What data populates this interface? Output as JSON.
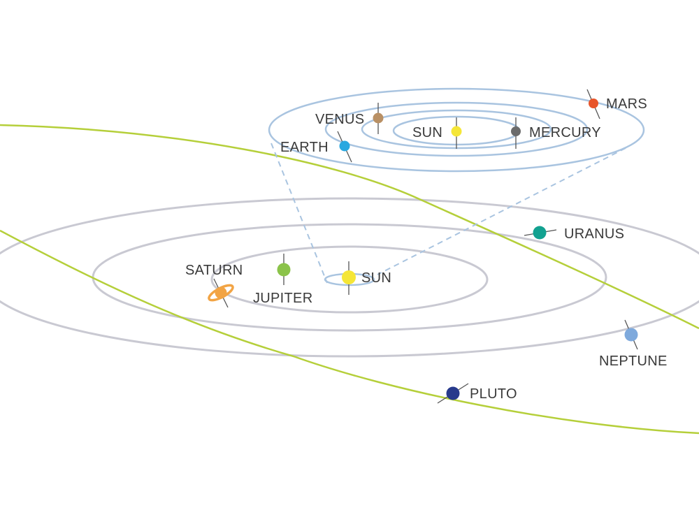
{
  "colors": {
    "outer_orbit": "#c9c9d2",
    "inner_orbit": "#a9c4e0",
    "pluto_orbit": "#b5cf3a",
    "label": "#3a3a3a"
  },
  "outer_system": {
    "sun": {
      "label": "SUN",
      "color": "#f5e637"
    },
    "planets": [
      {
        "name": "jupiter",
        "label": "JUPITER",
        "color": "#8bc34a"
      },
      {
        "name": "saturn",
        "label": "SATURN",
        "color": "#f2a444"
      },
      {
        "name": "uranus",
        "label": "URANUS",
        "color": "#12a190"
      },
      {
        "name": "neptune",
        "label": "NEPTUNE",
        "color": "#7ea9dc"
      },
      {
        "name": "pluto",
        "label": "PLUTO",
        "color": "#273a8c"
      }
    ]
  },
  "inner_system": {
    "sun": {
      "label": "SUN",
      "color": "#f5e637"
    },
    "planets": [
      {
        "name": "mercury",
        "label": "MERCURY",
        "color": "#6b6b6b"
      },
      {
        "name": "venus",
        "label": "VENUS",
        "color": "#b99064"
      },
      {
        "name": "earth",
        "label": "EARTH",
        "color": "#2aa8e0"
      },
      {
        "name": "mars",
        "label": "MARS",
        "color": "#e8552a"
      }
    ]
  }
}
